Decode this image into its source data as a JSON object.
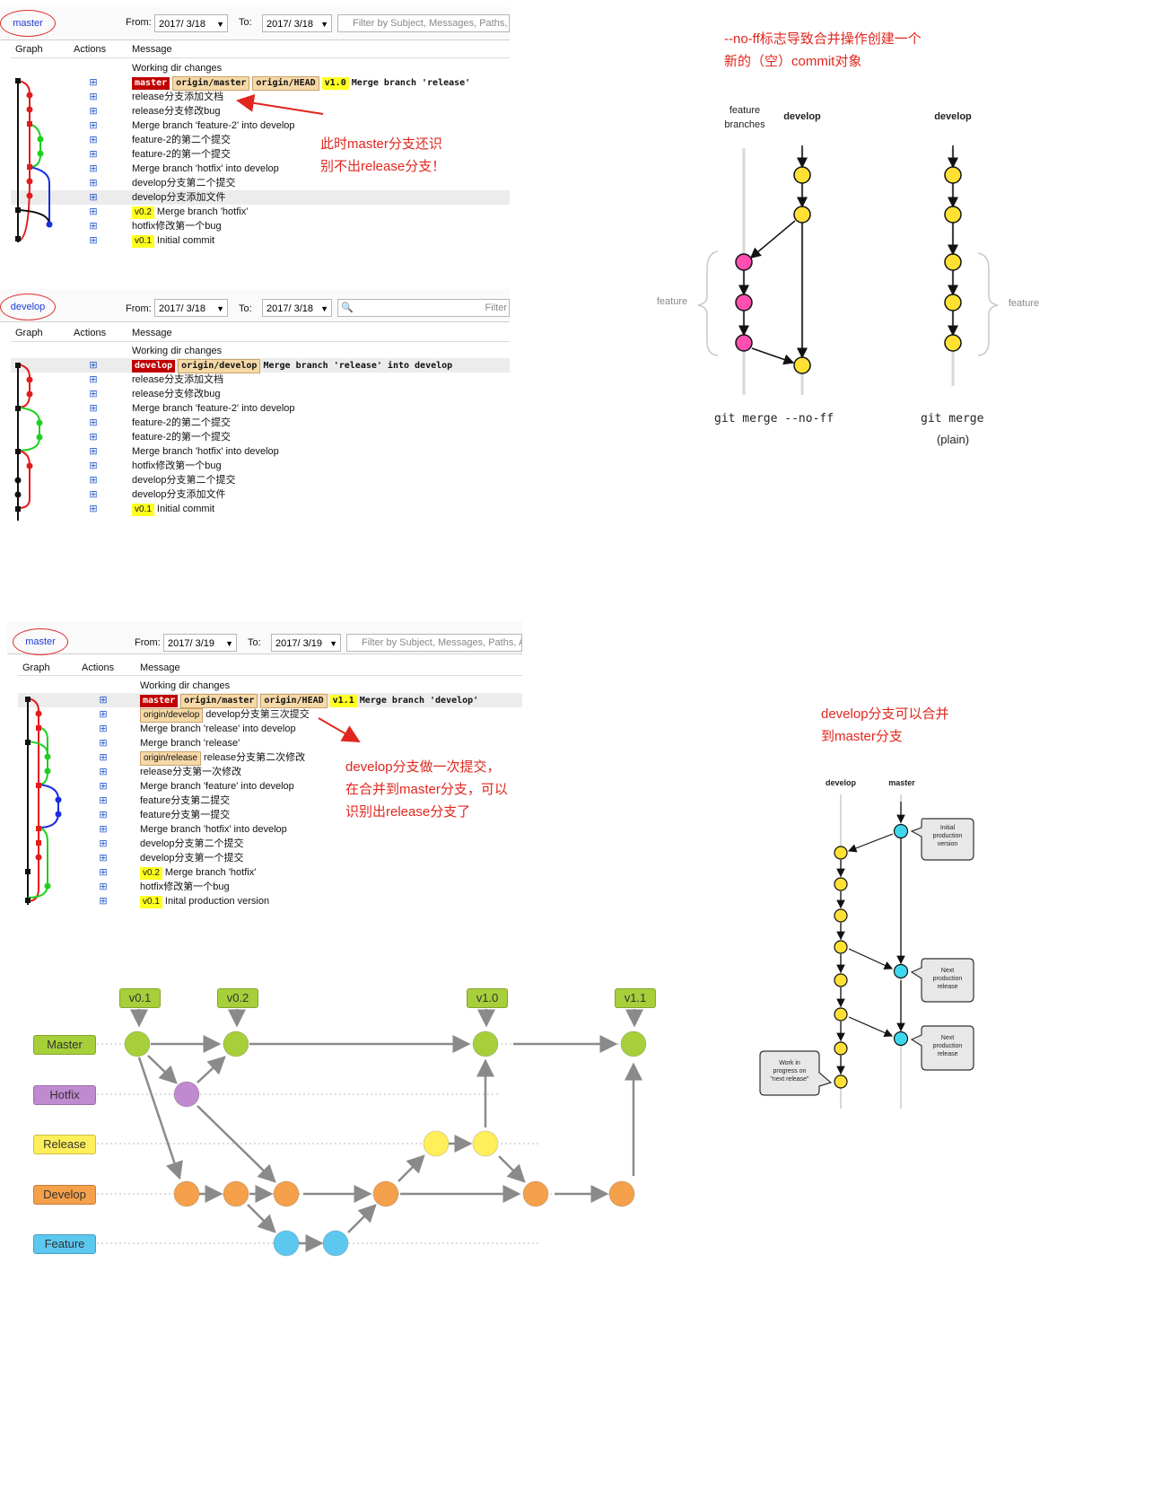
{
  "panel1": {
    "branch": "master",
    "from_label": "From:",
    "from_date": "2017/ 3/18",
    "to_label": "To:",
    "to_date": "2017/ 3/18",
    "filter_placeholder": "Filter by Subject, Messages, Paths, Au",
    "columns": [
      "Graph",
      "Actions",
      "Message"
    ],
    "rows": [
      {
        "tags": [],
        "msg": "Working dir changes",
        "mono": false
      },
      {
        "tags": [
          {
            "t": "master",
            "c": "red"
          },
          {
            "t": "origin/master",
            "c": "tan"
          },
          {
            "t": "origin/HEAD",
            "c": "tan"
          },
          {
            "t": "v1.0",
            "c": "yel"
          }
        ],
        "msg": "Merge branch 'release'",
        "mono": true
      },
      {
        "tags": [],
        "msg": "release分支添加文档"
      },
      {
        "tags": [],
        "msg": "release分支修改bug"
      },
      {
        "tags": [],
        "msg": "Merge branch 'feature-2' into develop"
      },
      {
        "tags": [],
        "msg": "feature-2的第二个提交"
      },
      {
        "tags": [],
        "msg": "feature-2的第一个提交"
      },
      {
        "tags": [],
        "msg": "Merge branch 'hotfix' into develop"
      },
      {
        "tags": [],
        "msg": "develop分支第二个提交"
      },
      {
        "tags": [],
        "msg": "develop分支添加文件",
        "hl": true
      },
      {
        "tags": [
          {
            "t": "v0.2",
            "c": "yelv"
          }
        ],
        "msg": "Merge branch 'hotfix'"
      },
      {
        "tags": [],
        "msg": "hotfix修改第一个bug"
      },
      {
        "tags": [
          {
            "t": "v0.1",
            "c": "yelv"
          }
        ],
        "msg": "Initial commit"
      }
    ],
    "note_line1": "此时master分支还识",
    "note_line2": "别不出release分支！"
  },
  "panel2": {
    "branch": "develop",
    "from_label": "From:",
    "from_date": "2017/ 3/18",
    "to_label": "To:",
    "to_date": "2017/ 3/18",
    "filter_placeholder": "Filter",
    "columns": [
      "Graph",
      "Actions",
      "Message"
    ],
    "rows": [
      {
        "tags": [],
        "msg": "Working dir changes"
      },
      {
        "tags": [
          {
            "t": "develop",
            "c": "red"
          },
          {
            "t": "origin/develop",
            "c": "tan"
          }
        ],
        "msg": "Merge branch 'release' into develop",
        "mono": true,
        "hl": true
      },
      {
        "tags": [],
        "msg": "release分支添加文档"
      },
      {
        "tags": [],
        "msg": "release分支修改bug"
      },
      {
        "tags": [],
        "msg": "Merge branch 'feature-2' into develop"
      },
      {
        "tags": [],
        "msg": "feature-2的第二个提交"
      },
      {
        "tags": [],
        "msg": "feature-2的第一个提交"
      },
      {
        "tags": [],
        "msg": "Merge branch 'hotfix' into develop"
      },
      {
        "tags": [],
        "msg": "hotfix修改第一个bug"
      },
      {
        "tags": [],
        "msg": "develop分支第二个提交"
      },
      {
        "tags": [],
        "msg": "develop分支添加文件"
      },
      {
        "tags": [
          {
            "t": "v0.1",
            "c": "yelv"
          }
        ],
        "msg": "Initial commit"
      }
    ]
  },
  "panel3": {
    "branch": "master",
    "from_label": "From:",
    "from_date": "2017/ 3/19",
    "to_label": "To:",
    "to_date": "2017/ 3/19",
    "filter_placeholder": "Filter by Subject, Messages, Paths, Aut",
    "columns": [
      "Graph",
      "Actions",
      "Message"
    ],
    "rows": [
      {
        "tags": [],
        "msg": "Working dir changes"
      },
      {
        "tags": [
          {
            "t": "master",
            "c": "red"
          },
          {
            "t": "origin/master",
            "c": "tan"
          },
          {
            "t": "origin/HEAD",
            "c": "tan"
          },
          {
            "t": "v1.1",
            "c": "yel"
          }
        ],
        "msg": "Merge branch 'develop'",
        "mono": true,
        "hl": true
      },
      {
        "tags": [
          {
            "t": "origin/develop",
            "c": "tanv"
          }
        ],
        "msg": "develop分支第三次提交"
      },
      {
        "tags": [],
        "msg": "Merge branch 'release' into develop"
      },
      {
        "tags": [],
        "msg": "Merge branch 'release'"
      },
      {
        "tags": [
          {
            "t": "origin/release",
            "c": "tanv"
          }
        ],
        "msg": "release分支第二次修改"
      },
      {
        "tags": [],
        "msg": "release分支第一次修改"
      },
      {
        "tags": [],
        "msg": "Merge branch 'feature' into develop"
      },
      {
        "tags": [],
        "msg": "feature分支第二提交"
      },
      {
        "tags": [],
        "msg": "feature分支第一提交"
      },
      {
        "tags": [],
        "msg": "Merge branch 'hotfix' into develop"
      },
      {
        "tags": [],
        "msg": "develop分支第二个提交"
      },
      {
        "tags": [],
        "msg": "develop分支第一个提交"
      },
      {
        "tags": [
          {
            "t": "v0.2",
            "c": "yelv"
          }
        ],
        "msg": "Merge branch 'hotfix'"
      },
      {
        "tags": [],
        "msg": "hotfix修改第一个bug"
      },
      {
        "tags": [
          {
            "t": "v0.1",
            "c": "yelv"
          }
        ],
        "msg": "Inital production version"
      }
    ],
    "note_line1": "develop分支做一次提交，",
    "note_line2": "在合并到master分支，可以",
    "note_line3": "识别出release分支了"
  },
  "noff": {
    "title_line1": "--no-ff标志导致合并操作创建一个",
    "title_line2": "新的（空）commit对象",
    "feature_branches_line1": "feature",
    "feature_branches_line2": "branches",
    "develop_left": "develop",
    "develop_right": "develop",
    "feature_left": "feature",
    "feature_right": "feature",
    "cap_left": "git merge --no-ff",
    "cap_right_line1": "git merge",
    "cap_right_line2": "(plain)"
  },
  "devmaster": {
    "title_line1": "develop分支可以合并",
    "title_line2": "到master分支",
    "col_develop": "develop",
    "col_master": "master",
    "bubble1_line1": "Initial",
    "bubble1_line2": "production",
    "bubble1_line3": "version",
    "bubble2_line1": "Next",
    "bubble2_line2": "production",
    "bubble2_line3": "release",
    "bubble3_line1": "Next",
    "bubble3_line2": "production",
    "bubble3_line3": "release",
    "bubble4_line1": "Work in",
    "bubble4_line2": "progress on",
    "bubble4_line3": "\"next release\""
  },
  "gitflow": {
    "lanes": [
      "Master",
      "Hotfix",
      "Release",
      "Develop",
      "Feature"
    ],
    "lane_colors": [
      "#a6cf3a",
      "#c08ad0",
      "#ffef5a",
      "#f5a04a",
      "#5cc8f0"
    ],
    "tags": [
      "v0.1",
      "v0.2",
      "v1.0",
      "v1.1"
    ]
  }
}
